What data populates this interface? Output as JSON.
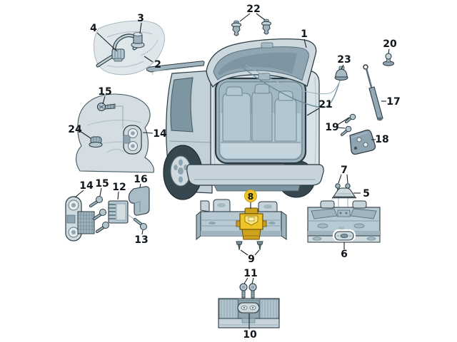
{
  "colors": {
    "highlight": "#EFC32A",
    "highlight_dark": "#D0A31F",
    "highlight_pale": "#F8E27A",
    "outline": "#2B3A42"
  },
  "callouts": {
    "c1": "1",
    "c2": "2",
    "c3": "3",
    "c4": "4",
    "c5": "5",
    "c6": "6",
    "c7": "7",
    "c8": "8",
    "c9": "9",
    "c10": "10",
    "c11": "11",
    "c12": "12",
    "c13": "13",
    "c14a": "14",
    "c14b": "14",
    "c15a": "15",
    "c15b": "15",
    "c16": "16",
    "c17": "17",
    "c18": "18",
    "c19": "19",
    "c20": "20",
    "c21": "21",
    "c22": "22",
    "c23": "23",
    "c24": "24"
  }
}
